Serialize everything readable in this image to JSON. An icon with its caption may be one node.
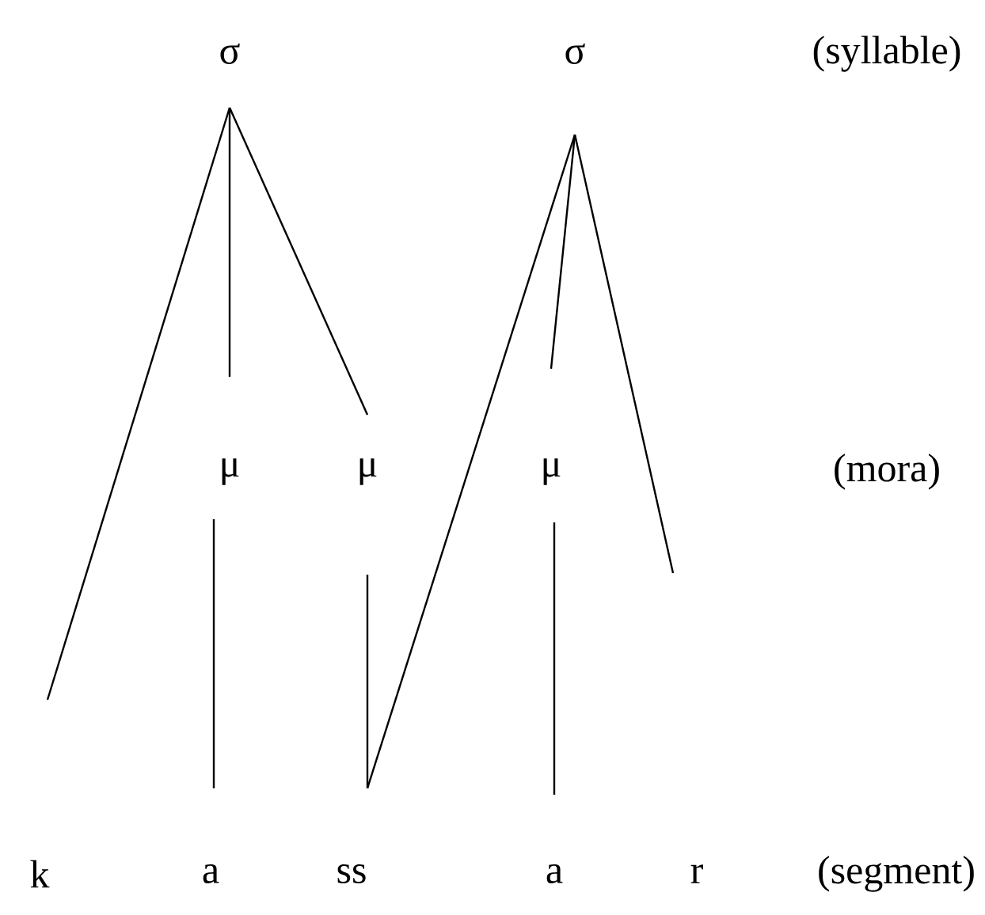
{
  "diagram": {
    "nodes": [
      {
        "text": [
          "σ"
        ]
      },
      {
        "text": [
          "σ"
        ]
      },
      {
        "text": [
          "μ"
        ]
      },
      {
        "text": [
          "μ"
        ]
      },
      {
        "text": [
          "μ"
        ]
      },
      {
        "text": [
          "k"
        ]
      },
      {
        "text": [
          "a"
        ]
      },
      {
        "text": [
          "ss"
        ]
      },
      {
        "text": [
          "a"
        ]
      },
      {
        "text": [
          "r"
        ]
      }
    ],
    "edges": [
      {
        "from": 0,
        "to": null,
        "arrow": "none"
      },
      {
        "from": 0,
        "to": 2,
        "arrow": "none"
      },
      {
        "from": 0,
        "to": 3,
        "arrow": "none"
      },
      {
        "from": 1,
        "to": 7,
        "arrow": "none"
      },
      {
        "from": 1,
        "to": 4,
        "arrow": "none"
      },
      {
        "from": 1,
        "to": null,
        "arrow": "none"
      },
      {
        "from": 2,
        "to": 6,
        "arrow": "none"
      },
      {
        "from": 3,
        "to": 7,
        "arrow": "none"
      },
      {
        "from": 4,
        "to": 8,
        "arrow": "none"
      }
    ],
    "labels": [
      "(syllable)",
      "(mora)",
      "(segment)"
    ]
  }
}
